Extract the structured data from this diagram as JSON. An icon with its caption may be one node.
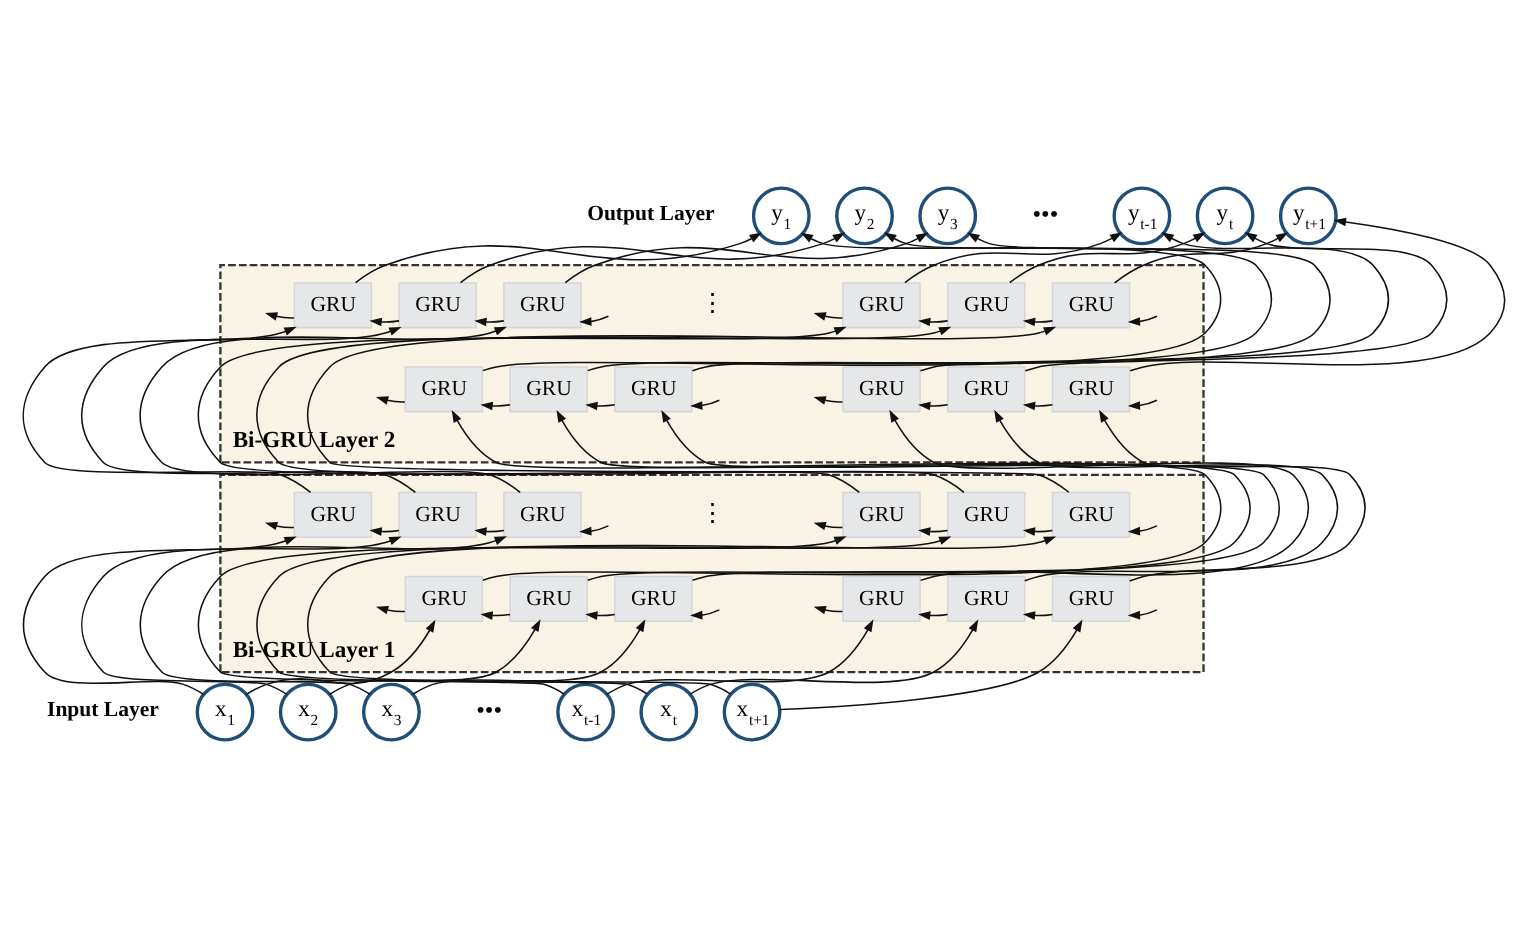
{
  "diagram": {
    "nodes": [
      {
        "text": [
          "y$_{1}$"
        ]
      },
      {
        "text": [
          "y$_{2}$"
        ]
      },
      {
        "text": [
          "y$_{3}$"
        ]
      },
      {
        "text": [
          "y$_{t-1}$"
        ]
      },
      {
        "text": [
          "y$_{t}$"
        ]
      },
      {
        "text": [
          "y$_{t+1}$"
        ]
      },
      {
        "text": [
          "Bi-GRU Layer 2"
        ]
      },
      {
        "text": [
          "GRU"
        ],
        "in": 6
      },
      {
        "text": [
          "GRU"
        ],
        "in": 6
      },
      {
        "text": [
          "GRU"
        ],
        "in": 6
      },
      {
        "text": [
          "GRU"
        ],
        "in": 6
      },
      {
        "text": [
          "GRU"
        ],
        "in": 6
      },
      {
        "text": [
          "GRU"
        ],
        "in": 6
      },
      {
        "text": [
          "GRU"
        ],
        "in": 6
      },
      {
        "text": [
          "GRU"
        ],
        "in": 6
      },
      {
        "text": [
          "GRU"
        ],
        "in": 6
      },
      {
        "text": [
          "GRU"
        ],
        "in": 6
      },
      {
        "text": [
          "GRU"
        ],
        "in": 6
      },
      {
        "text": [
          "GRU"
        ],
        "in": 6
      },
      {
        "text": [
          "Bi-GRU Layer 1"
        ]
      },
      {
        "text": [
          "GRU"
        ],
        "in": 19
      },
      {
        "text": [
          "GRU"
        ],
        "in": 19
      },
      {
        "text": [
          "GRU"
        ],
        "in": 19
      },
      {
        "text": [
          "GRU"
        ],
        "in": 19
      },
      {
        "text": [
          "GRU"
        ],
        "in": 19
      },
      {
        "text": [
          "GRU"
        ],
        "in": 19
      },
      {
        "text": [
          "GRU"
        ],
        "in": 19
      },
      {
        "text": [
          "GRU"
        ],
        "in": 19
      },
      {
        "text": [
          "GRU"
        ],
        "in": 19
      },
      {
        "text": [
          "GRU"
        ],
        "in": 19
      },
      {
        "text": [
          "GRU"
        ],
        "in": 19
      },
      {
        "text": [
          "GRU"
        ],
        "in": 19
      },
      {
        "text": [
          "x$_{1}$"
        ]
      },
      {
        "text": [
          "x$_{2}$"
        ]
      },
      {
        "text": [
          "x$_{3}$"
        ]
      },
      {
        "text": [
          "x$_{t-1}$"
        ]
      },
      {
        "text": [
          "x$_{t}$"
        ]
      },
      {
        "text": [
          "x$_{t+1}$"
        ]
      }
    ],
    "edges": [
      {
        "from": null,
        "to": 9,
        "arrow": "to"
      },
      {
        "from": 8,
        "to": 7,
        "arrow": "to"
      },
      {
        "from": 9,
        "to": 8,
        "arrow": "to"
      },
      {
        "from": 7,
        "to": null,
        "arrow": "to"
      },
      {
        "from": null,
        "to": 12,
        "arrow": "to"
      },
      {
        "from": 11,
        "to": 10,
        "arrow": "to"
      },
      {
        "from": 12,
        "to": 11,
        "arrow": "to"
      },
      {
        "from": 10,
        "to": null,
        "arrow": "to"
      },
      {
        "from": null,
        "to": 15,
        "arrow": "to"
      },
      {
        "from": 14,
        "to": 13,
        "arrow": "to"
      },
      {
        "from": 15,
        "to": 14,
        "arrow": "to"
      },
      {
        "from": 13,
        "to": null,
        "arrow": "to"
      },
      {
        "from": null,
        "to": 18,
        "arrow": "to"
      },
      {
        "from": 17,
        "to": 16,
        "arrow": "to"
      },
      {
        "from": 18,
        "to": 17,
        "arrow": "to"
      },
      {
        "from": 16,
        "to": null,
        "arrow": "to"
      },
      {
        "from": null,
        "to": 22,
        "arrow": "to"
      },
      {
        "from": 21,
        "to": 20,
        "arrow": "to"
      },
      {
        "from": 22,
        "to": 21,
        "arrow": "to"
      },
      {
        "from": 20,
        "to": null,
        "arrow": "to"
      },
      {
        "from": null,
        "to": 25,
        "arrow": "to"
      },
      {
        "from": 24,
        "to": 23,
        "arrow": "to"
      },
      {
        "from": 25,
        "to": 24,
        "arrow": "to"
      },
      {
        "from": 23,
        "to": null,
        "arrow": "to"
      },
      {
        "from": null,
        "to": 28,
        "arrow": "to"
      },
      {
        "from": 27,
        "to": 26,
        "arrow": "to"
      },
      {
        "from": 28,
        "to": 27,
        "arrow": "to"
      },
      {
        "from": 26,
        "to": null,
        "arrow": "to"
      },
      {
        "from": null,
        "to": 31,
        "arrow": "to"
      },
      {
        "from": 30,
        "to": 29,
        "arrow": "to"
      },
      {
        "from": 31,
        "to": 30,
        "arrow": "to"
      },
      {
        "from": 29,
        "to": null,
        "arrow": "to"
      },
      {
        "from": 32,
        "to": 26,
        "arrow": "to"
      },
      {
        "from": 32,
        "to": 20,
        "arrow": "to"
      },
      {
        "from": 20,
        "to": 7,
        "arrow": "to"
      },
      {
        "from": 26,
        "to": 13,
        "arrow": "to"
      },
      {
        "from": 7,
        "to": 0,
        "arrow": "to"
      },
      {
        "from": 13,
        "to": 0,
        "arrow": "to"
      },
      {
        "from": 33,
        "to": 27,
        "arrow": "to"
      },
      {
        "from": 33,
        "to": 21,
        "arrow": "to"
      },
      {
        "from": 21,
        "to": 8,
        "arrow": "to"
      },
      {
        "from": 27,
        "to": 14,
        "arrow": "to"
      },
      {
        "from": 8,
        "to": 1,
        "arrow": "to"
      },
      {
        "from": 14,
        "to": 1,
        "arrow": "to"
      },
      {
        "from": 34,
        "to": 28,
        "arrow": "to"
      },
      {
        "from": 34,
        "to": 22,
        "arrow": "to"
      },
      {
        "from": 22,
        "to": 9,
        "arrow": "to"
      },
      {
        "from": 28,
        "to": 15,
        "arrow": "to"
      },
      {
        "from": 9,
        "to": 2,
        "arrow": "to"
      },
      {
        "from": 15,
        "to": 2,
        "arrow": "to"
      },
      {
        "from": 35,
        "to": 29,
        "arrow": "to"
      },
      {
        "from": 35,
        "to": 23,
        "arrow": "to"
      },
      {
        "from": 23,
        "to": 10,
        "arrow": "to"
      },
      {
        "from": 29,
        "to": 16,
        "arrow": "to"
      },
      {
        "from": 10,
        "to": 3,
        "arrow": "to"
      },
      {
        "from": 16,
        "to": 3,
        "arrow": "to"
      },
      {
        "from": 36,
        "to": 30,
        "arrow": "to"
      },
      {
        "from": 36,
        "to": 24,
        "arrow": "to"
      },
      {
        "from": 24,
        "to": 11,
        "arrow": "to"
      },
      {
        "from": 30,
        "to": 17,
        "arrow": "to"
      },
      {
        "from": 11,
        "to": 4,
        "arrow": "to"
      },
      {
        "from": 17,
        "to": 4,
        "arrow": "to"
      },
      {
        "from": 37,
        "to": 31,
        "arrow": "to"
      },
      {
        "from": 37,
        "to": 25,
        "arrow": "to"
      },
      {
        "from": 25,
        "to": 12,
        "arrow": "to"
      },
      {
        "from": 31,
        "to": 18,
        "arrow": "to"
      },
      {
        "from": 12,
        "to": 5,
        "arrow": "to"
      },
      {
        "from": 18,
        "to": 5,
        "arrow": "to"
      }
    ],
    "labels": [
      "Output Layer",
      "•••",
      "⋮",
      "⋮",
      "Input Layer",
      "•••"
    ]
  }
}
